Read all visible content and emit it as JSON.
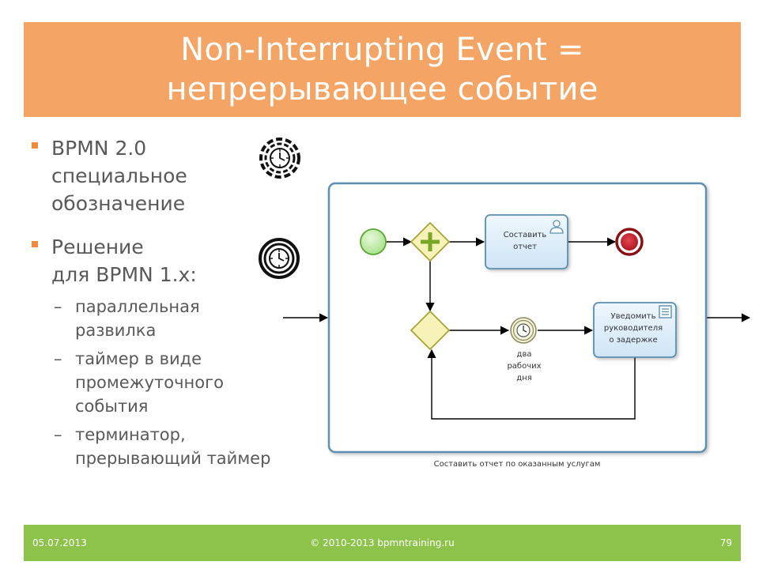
{
  "title": {
    "line1": "Non-Interrupting Event =",
    "line2": "непрерывающее событие"
  },
  "bullets": {
    "item1": {
      "line1": "BPMN 2.0",
      "line2": "специальное",
      "line3": "обозначение"
    },
    "item2": {
      "line1": "Решение",
      "line2": "для BPMN 1.x:",
      "sub1": {
        "line1": "параллельная",
        "line2": "развилка"
      },
      "sub2": {
        "line1": "таймер в виде",
        "line2": "промежуточного",
        "line3": "события"
      },
      "sub3": {
        "line1": "терминатор,",
        "line2": "прерывающий таймер"
      }
    },
    "dash": "–"
  },
  "icons": {
    "bpmn2": "non-interrupting-timer-icon",
    "bpmn1": "interrupting-timer-icon",
    "user_task": "user-task-icon",
    "manual_task": "script-task-icon"
  },
  "diagram": {
    "task1": {
      "line1": "Составить",
      "line2": "отчет"
    },
    "task2": {
      "line1": "Уведомить",
      "line2": "руководителя",
      "line3": "о задержке"
    },
    "timer": {
      "line1": "два",
      "line2": "рабочих",
      "line3": "дня"
    },
    "subprocess_caption": "Составить отчет по оказанным услугам"
  },
  "colors": {
    "title_bg": "#f4a464",
    "footer_bg": "#8dc34a",
    "bullet_marker": "#f08a3c",
    "start_event": "#a8e08a",
    "end_event": "#c0202a",
    "gateway": "#f6f2b8",
    "task_fill": "#ddeefb",
    "subprocess_border": "#5b8fb0"
  },
  "footer": {
    "date": "05.07.2013",
    "copyright": "© 2010-2013 bpmntraining.ru",
    "page": "79"
  }
}
